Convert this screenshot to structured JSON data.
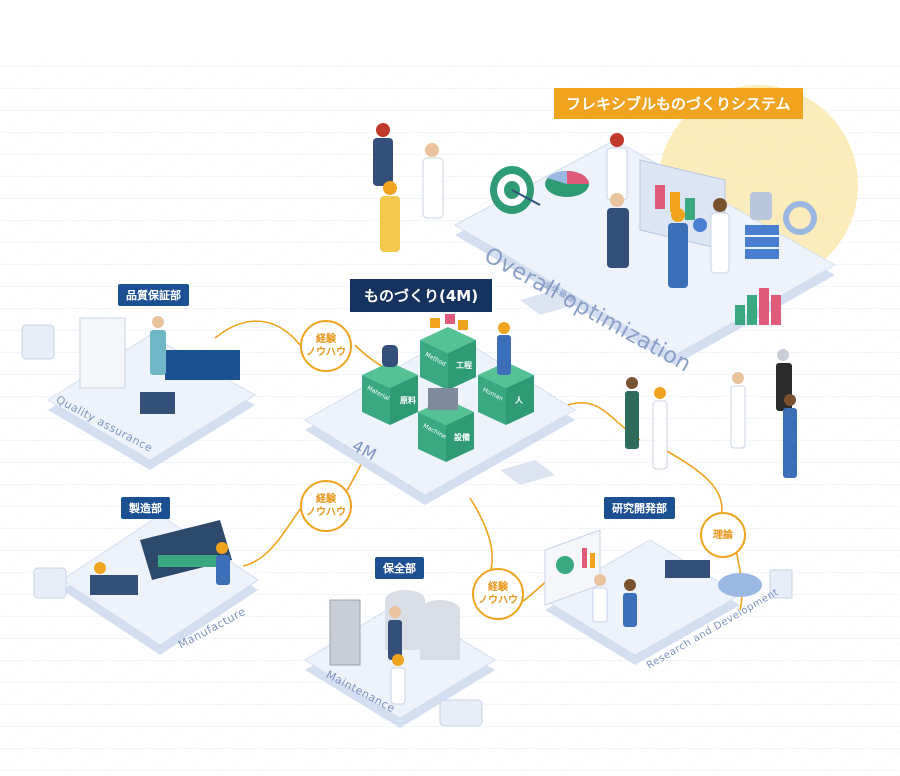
{
  "flex_system": {
    "label": "フレキシブルものづくりシステム"
  },
  "overall": {
    "title": "Overall optimization",
    "sub": "全体最適"
  },
  "monodzukuri": {
    "label": "ものづくり(4M)"
  },
  "four_m": {
    "title": "4M",
    "cubes": [
      {
        "en": "Material",
        "jp": "原料"
      },
      {
        "en": "Method",
        "jp": "工程"
      },
      {
        "en": "Machine",
        "jp": "設備"
      },
      {
        "en": "Human",
        "jp": "人"
      }
    ]
  },
  "quality": {
    "tag": "品質保証部",
    "title": "Quality assurance"
  },
  "manufacture": {
    "tag": "製造部",
    "title": "Manufacture"
  },
  "maintenance": {
    "tag": "保全部",
    "title": "Maintenance"
  },
  "research": {
    "tag": "研究開発部",
    "title": "Research and Development"
  },
  "bubbles": {
    "exp_line1": "経験",
    "exp_line2": "ノウハウ",
    "theory": "理論"
  },
  "colors": {
    "accent_gold": "#f0a31f",
    "navy": "#16325f",
    "tag_blue": "#1d4f93",
    "platform": "#e4ecf8",
    "cube_green": "#3aa981"
  }
}
